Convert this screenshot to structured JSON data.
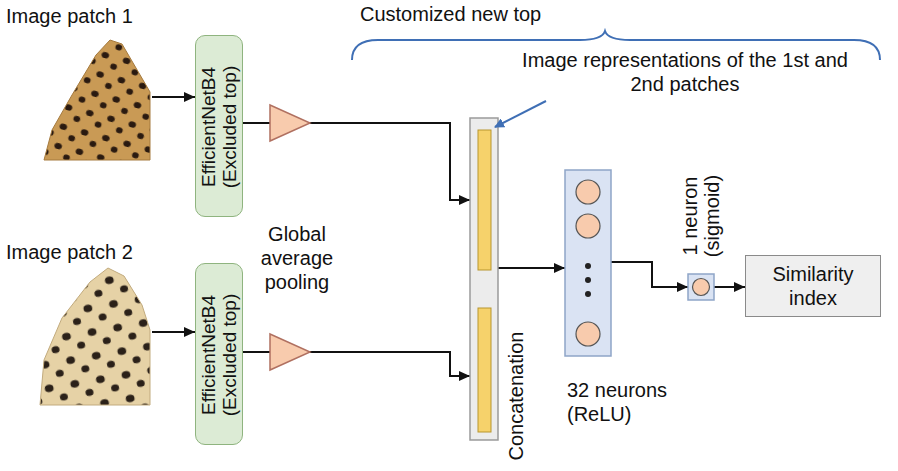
{
  "diagram": {
    "nodes": [
      {
        "text": [
          "Image patch 1"
        ]
      },
      {
        "text": [
          "Image patch 2"
        ]
      },
      {
        "text": [
          "EfficientNetB4 (Excluded top)"
        ]
      },
      {
        "text": [
          "EfficientNetB4 (Excluded top)"
        ]
      },
      {
        "text": [
          "Concatenation"
        ]
      },
      {
        "text": [
          "32 neurons (ReLU)"
        ]
      },
      {
        "text": [
          "1 neuron (sigmoid)"
        ]
      },
      {
        "text": [
          "Similarity index"
        ]
      }
    ],
    "edges": [
      {
        "from": 0,
        "to": 2,
        "arrow": "to"
      },
      {
        "from": 1,
        "to": 3,
        "arrow": "to"
      },
      {
        "from": 2,
        "to": 4,
        "arrow": "to"
      },
      {
        "from": 3,
        "to": 4,
        "arrow": "to"
      },
      {
        "from": 4,
        "to": 5,
        "arrow": "to"
      },
      {
        "from": 5,
        "to": 6,
        "arrow": "to"
      },
      {
        "from": 6,
        "to": 7,
        "arrow": "to"
      }
    ],
    "labels": [
      "Customized new top",
      "Image representations of the 1st and 2nd patches",
      "Global average pooling"
    ]
  }
}
